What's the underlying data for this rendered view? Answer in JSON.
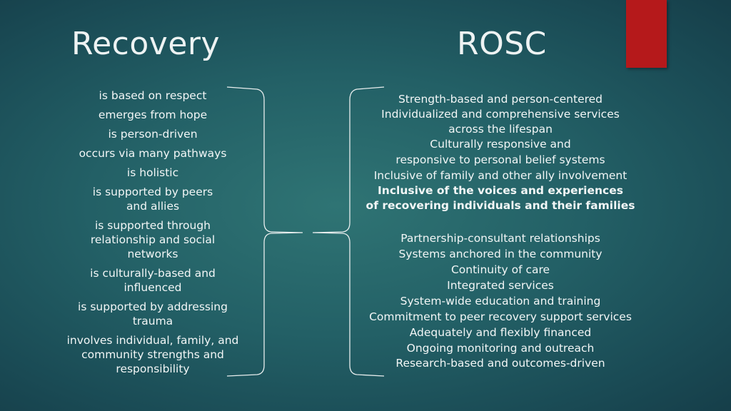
{
  "left_heading": "Recovery",
  "right_heading": "ROSC",
  "accent_color": "#b5191b",
  "recovery_items": [
    "is based on respect",
    "emerges from hope",
    "is person-driven",
    "occurs via many pathways",
    "is holistic",
    "is supported by peers\nand allies",
    "is supported through\nrelationship and social\nnetworks",
    "is culturally-based and\ninfluenced",
    "is supported by addressing\ntrauma",
    "involves individual, family, and\ncommunity strengths and\nresponsibility"
  ],
  "rosc_items": [
    "Strength-based and person-centered",
    "Individualized and comprehensive services\nacross the lifespan",
    "Culturally responsive and\nresponsive to personal belief systems",
    "Inclusive of family and other ally involvement",
    "Inclusive of the voices and experiences\nof recovering individuals and their families",
    "Partnership-consultant relationships",
    "Systems anchored in the community",
    "Continuity of care",
    "Integrated services",
    "System-wide education and training",
    "Commitment to peer recovery support services",
    "Adequately and flexibly financed",
    "Ongoing monitoring and outreach",
    "Research-based and outcomes-driven"
  ]
}
